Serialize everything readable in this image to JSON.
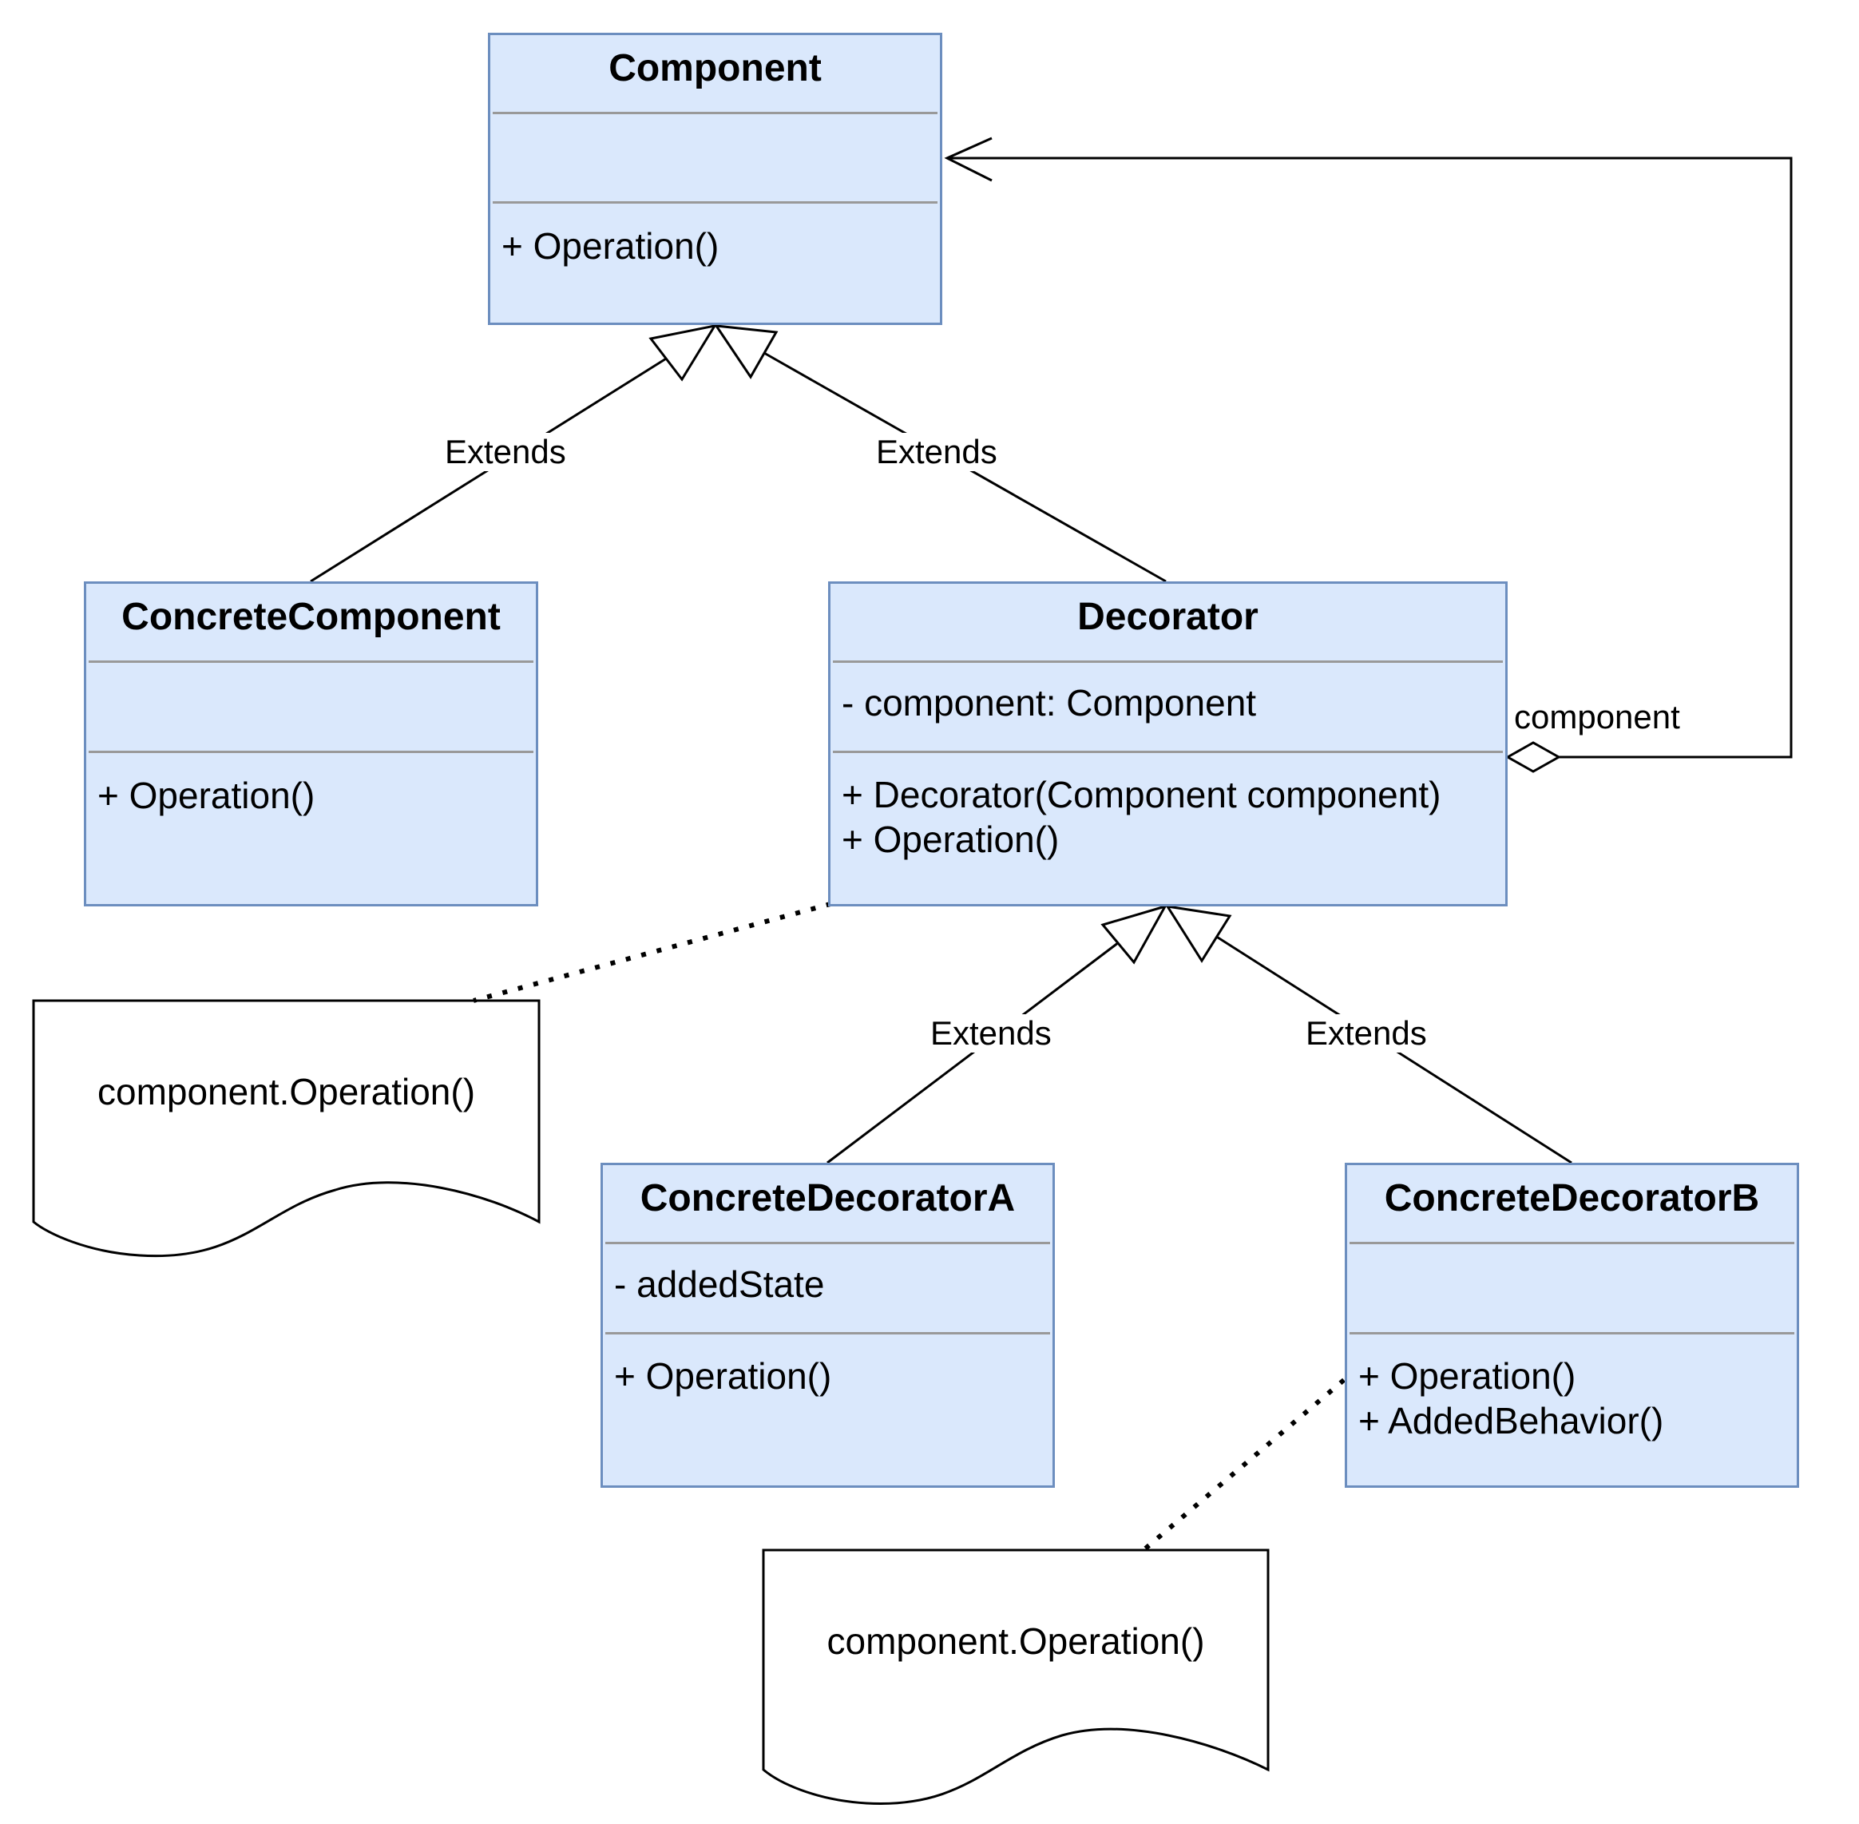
{
  "classes": {
    "component": {
      "name": "Component",
      "attributes": [],
      "methods": [
        "+ Operation()"
      ]
    },
    "concrete_component": {
      "name": "ConcreteComponent",
      "attributes": [],
      "methods": [
        "+ Operation()"
      ]
    },
    "decorator": {
      "name": "Decorator",
      "attributes": [
        "- component: Component"
      ],
      "methods": [
        "+ Decorator(Component component)",
        "+ Operation()"
      ]
    },
    "concrete_decorator_a": {
      "name": "ConcreteDecoratorA",
      "attributes": [
        "- addedState"
      ],
      "methods": [
        "+ Operation()"
      ]
    },
    "concrete_decorator_b": {
      "name": "ConcreteDecoratorB",
      "attributes": [],
      "methods": [
        "+ Operation()",
        "+ AddedBehavior()"
      ]
    }
  },
  "notes": {
    "decorator_operation": "component.Operation()",
    "decorator_b_operation": "component.Operation()"
  },
  "relationships": {
    "concrete_component_extends": "Extends",
    "decorator_extends": "Extends",
    "decorator_a_extends": "Extends",
    "decorator_b_extends": "Extends",
    "aggregation_role": "component"
  },
  "colors": {
    "class_fill": "#dae8fc",
    "class_border": "#6c8ebf",
    "separator": "#999999",
    "line": "#000000",
    "note_fill": "#ffffff"
  }
}
